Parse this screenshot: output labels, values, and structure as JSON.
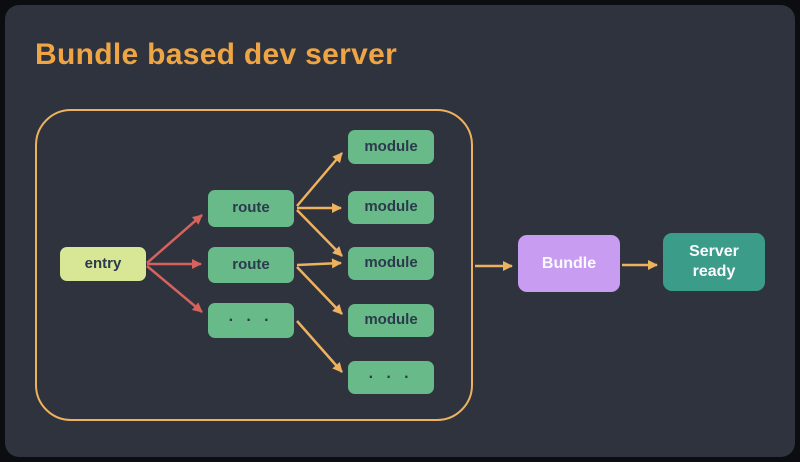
{
  "title": "Bundle based dev server",
  "nodes": {
    "entry": {
      "label": "entry"
    },
    "route_1": {
      "label": "route"
    },
    "route_2": {
      "label": "route"
    },
    "routes_more": {
      "label": "· · ·"
    },
    "module_1": {
      "label": "module"
    },
    "module_2": {
      "label": "module"
    },
    "module_3": {
      "label": "module"
    },
    "module_4": {
      "label": "module"
    },
    "modules_more": {
      "label": "· · ·"
    },
    "bundle": {
      "label": "Bundle"
    },
    "server_ready": {
      "label": "Server ready"
    }
  },
  "edges": [
    {
      "from": "entry",
      "to": "route_1",
      "color": "red"
    },
    {
      "from": "entry",
      "to": "route_2",
      "color": "red"
    },
    {
      "from": "entry",
      "to": "routes_more",
      "color": "red"
    },
    {
      "from": "route_1",
      "to": "module_1",
      "color": "orange"
    },
    {
      "from": "route_1",
      "to": "module_2",
      "color": "orange"
    },
    {
      "from": "route_1",
      "to": "module_3",
      "color": "orange"
    },
    {
      "from": "route_2",
      "to": "module_3",
      "color": "orange"
    },
    {
      "from": "route_2",
      "to": "module_4",
      "color": "orange"
    },
    {
      "from": "routes_more",
      "to": "modules_more",
      "color": "orange"
    },
    {
      "from": "frame",
      "to": "bundle",
      "color": "orange"
    },
    {
      "from": "bundle",
      "to": "server_ready",
      "color": "orange"
    }
  ],
  "colors": {
    "card-bg": "#2e333e",
    "title": "#f0a544",
    "orange": "#eeb25e",
    "red": "#d5625c",
    "green": "#68ba88",
    "lime": "#d7e795",
    "purple": "#c89cf0",
    "teal": "#3b9d89",
    "node-text": "#2b3a4c"
  }
}
